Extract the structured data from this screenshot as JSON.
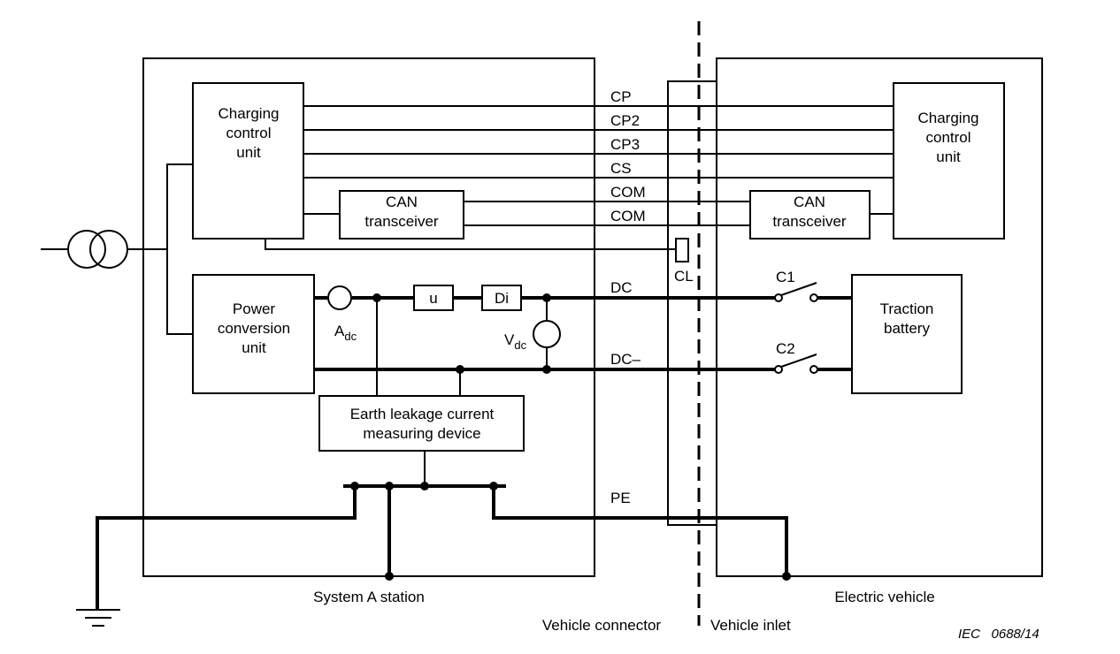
{
  "station": {
    "label": "System A station",
    "charging_control_unit": [
      "Charging",
      "control",
      "unit"
    ],
    "can_transceiver": [
      "CAN",
      "transceiver"
    ],
    "power_conversion_unit": [
      "Power",
      "conversion",
      "unit"
    ],
    "earth_leakage_device": [
      "Earth leakage current",
      "measuring device"
    ],
    "ammeter": {
      "main": "A",
      "sub": "dc"
    },
    "voltmeter": {
      "main": "V",
      "sub": "dc"
    },
    "u_box": "u",
    "di_box": "Di"
  },
  "vehicle": {
    "label": "Electric vehicle",
    "charging_control_unit": [
      "Charging",
      "control",
      "unit"
    ],
    "can_transceiver": [
      "CAN",
      "transceiver"
    ],
    "traction_battery": [
      "Traction",
      "battery"
    ],
    "contactor_1": "C1",
    "contactor_2": "C2"
  },
  "signals": [
    "CP",
    "CP2",
    "CP3",
    "CS",
    "COM",
    "COM",
    "DC",
    "DC–",
    "PE"
  ],
  "cl_label": "CL",
  "vehicle_connector_label": "Vehicle connector",
  "vehicle_inlet_label": "Vehicle inlet",
  "reference": "IEC   0688/14"
}
